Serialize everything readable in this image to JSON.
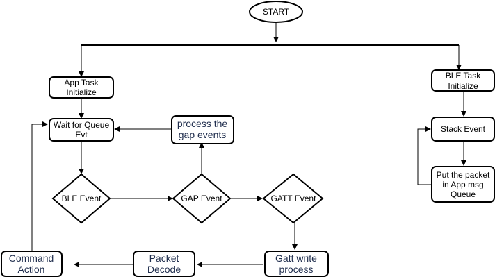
{
  "nodes": {
    "start": "START",
    "app_task_init": [
      "App Task",
      "Initialize"
    ],
    "ble_task_init": [
      "BLE Task",
      "Initialize"
    ],
    "wait_queue": [
      "Wait for Queue",
      "Evt"
    ],
    "process_gap": [
      "process the",
      "gap events"
    ],
    "stack_event": "Stack Event",
    "put_packet": [
      "Put the packet",
      "in App msg",
      "Queue"
    ],
    "ble_event": "BLE Event",
    "gap_event": "GAP Event",
    "gatt_event": "GATT Event",
    "command_action": [
      "Command",
      "Action"
    ],
    "packet_decode": [
      "Packet",
      "Decode"
    ],
    "gatt_write": [
      "Gatt write",
      "process"
    ]
  }
}
